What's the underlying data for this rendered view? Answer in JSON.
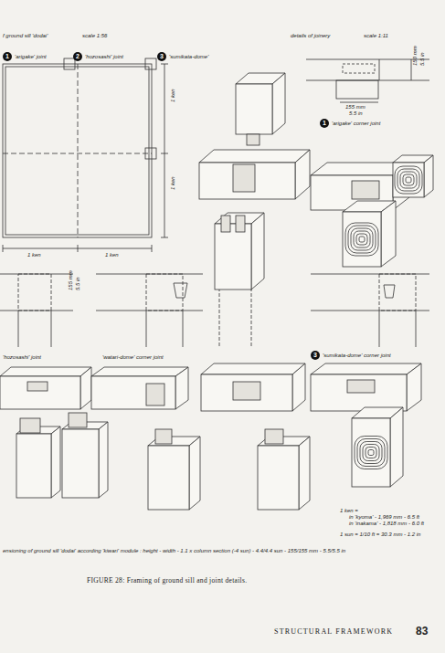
{
  "diagram": {
    "caption": "FIGURE 28: Framing of ground sill and joint details.",
    "labels": [
      "f ground sill 'dodai'",
      "scale 1:56",
      "details of joinery",
      "scale 1:11",
      "1",
      "'arigake' joint",
      "2",
      "'hozosashi' joint",
      "3",
      "'sumikata-dome'",
      "1 ken",
      "1 ken",
      "1 ken",
      "1 ken",
      "150 mm",
      "5.5 in",
      "155 mm",
      "5.5 in",
      "1",
      "'arigake' corner joint",
      "155 mm",
      "5.5 in",
      "'hozosashi' joint",
      "'watari-dome' corner joint",
      "3",
      "'sumikata-dome' corner joint",
      "1 ken =",
      "in 'kyoma' - 1,969 mm - 6.5 ft",
      "in 'inakama' - 1,818 mm - 6.0 ft",
      "1 sun = 1/10 ft = 30.3 mm - 1.2 in",
      "ensioning of ground sill 'dodai' according 'kiwari' module : height - width - 1.1 x column section (-4 sun) - 4.4/4.4 sun - 155/155 mm - 5.5/5.5 in",
      "STRUCTURAL FRAMEWORK",
      "83"
    ]
  }
}
